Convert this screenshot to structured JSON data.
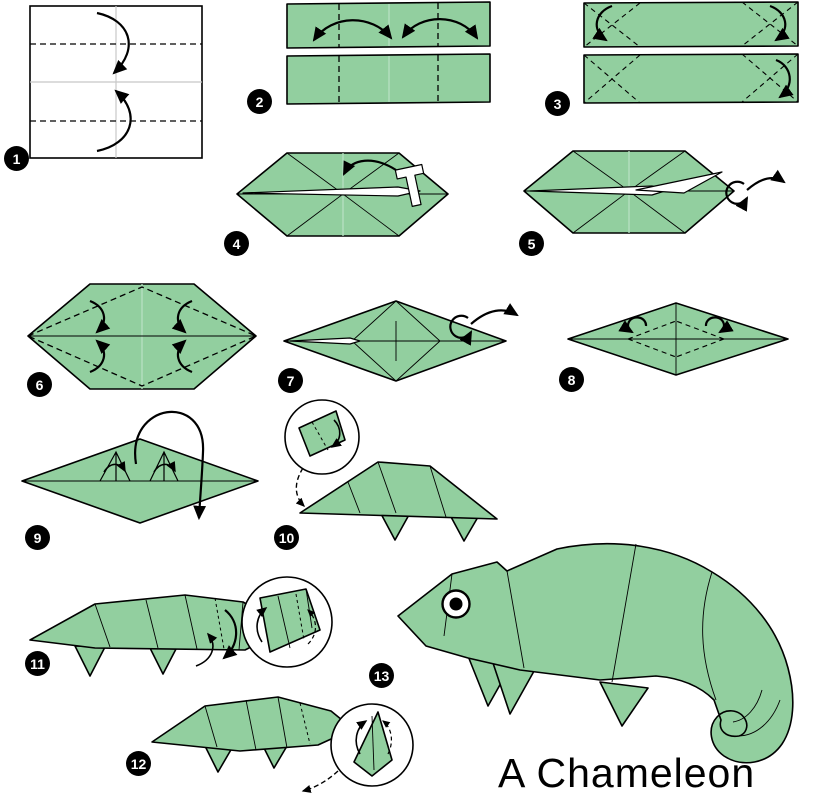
{
  "title": "A Chameleon",
  "colors": {
    "paper_green": "#92cf9f",
    "outline": "#000000",
    "crease_pale": "#b7e0c3",
    "badge_bg": "#000000",
    "badge_text": "#ffffff"
  },
  "icons": [
    "fold-arrow",
    "rotate-arrow",
    "turn-over-arrow",
    "zoom-circle",
    "push-tuck-symbol"
  ],
  "steps": [
    {
      "number": "1"
    },
    {
      "number": "2"
    },
    {
      "number": "3"
    },
    {
      "number": "4"
    },
    {
      "number": "5"
    },
    {
      "number": "6"
    },
    {
      "number": "7"
    },
    {
      "number": "8"
    },
    {
      "number": "9"
    },
    {
      "number": "10"
    },
    {
      "number": "11"
    },
    {
      "number": "12"
    },
    {
      "number": "13"
    }
  ]
}
